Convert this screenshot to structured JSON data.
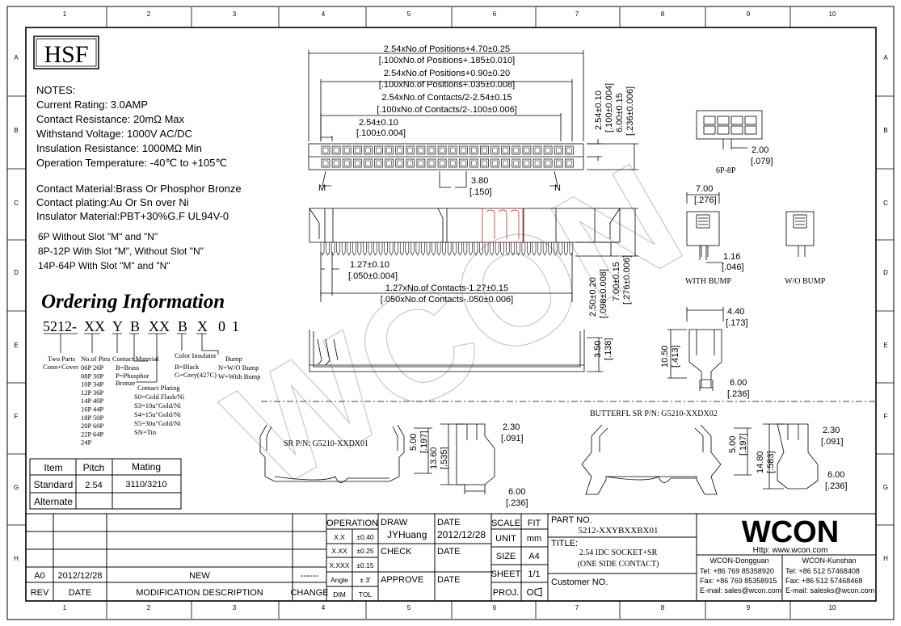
{
  "frame": {
    "cols": [
      "1",
      "2",
      "3",
      "4",
      "5",
      "6",
      "7",
      "8",
      "9",
      "10"
    ],
    "rows": [
      "A",
      "B",
      "C",
      "D",
      "E",
      "F",
      "G",
      "H"
    ]
  },
  "logo": "HSF",
  "notes": {
    "heading": "NOTES:",
    "lines": [
      "Current Rating: 3.0AMP",
      "Contact Resistance: 20mΩ Max",
      "Withstand Voltage: 1000V AC/DC",
      "Insulation Resistance: 1000MΩ Min",
      "Operation Temperature: -40℃ to +105℃"
    ],
    "materials": [
      "Contact Material:Brass Or Phosphor Bronze",
      "Contact plating:Au Or Sn over Ni",
      "Insulator Material:PBT+30%G.F UL94V-0"
    ],
    "slots": [
      "6P Without Slot \"M\" and \"N\"",
      "8P-12P With Slot \"M\", Without Slot \"N\"",
      "14P-64P With Slot \"M\" and \"N\""
    ]
  },
  "ordering": {
    "title": "Ordering Information",
    "code": [
      "5212-",
      "XX",
      "Y",
      "B",
      "XX",
      "B",
      "X",
      "0",
      "1"
    ],
    "two_parts": [
      "Two Parts",
      "Conn+Cover"
    ],
    "pins_title": "No.of Pins",
    "pins": [
      "06P 26P",
      "08P 30P",
      "10P 34P",
      "12P 36P",
      "14P 40P",
      "16P 44P",
      "18P 50P",
      "20P 60P",
      "22P 64P",
      "24P"
    ],
    "material_title": "Contact Material",
    "materials": [
      "B=Brass",
      "P=Phosphor",
      "Bronze"
    ],
    "plating_title": "Contact Plating",
    "plating": [
      "S0=Gold Flash/Ni",
      "S3=10u\"Gold/Ni",
      "S4=15u\"Gold/Ni",
      "S5=30u\"Gold/Ni",
      "SN=Tin"
    ],
    "color_title": "Color Insulator",
    "colors": [
      "B=Black",
      "G=Grey(427C)"
    ],
    "bump_title": "Bump",
    "bumps": [
      "N=W/O Bump",
      "W=With Bump"
    ]
  },
  "pitch_table": {
    "headers": [
      "Item",
      "Pitch",
      "Mating"
    ],
    "rows": [
      [
        "Standard",
        "2.54",
        "3110/3210"
      ],
      [
        "Alternate",
        "",
        ""
      ]
    ]
  },
  "dims": {
    "d1a": "2.54xNo.of  Positions+4.70±0.25",
    "d1b": "[.100xNo.of  Positions+.185±0.010]",
    "d2a": "2.54xNo.of  Positions+0.90±0.20",
    "d2b": "[.100xNo.of  Positions+.035±0.008]",
    "d3a": "2.54xNo.of  Contacts/2-2.54±0.15",
    "d3b": "[.100xNo.of  Contacts/2-.100±0.006]",
    "d4a": "2.54±0.10",
    "d4b": "[.100±0.004]",
    "v1a": "2.54±0.10",
    "v1b": "[.100±0.004]",
    "v2a": "6.00±0.15",
    "v2b": "[.236±0.006]",
    "m": "M",
    "n": "N",
    "d5a": "3.80",
    "d5b": "[.150]",
    "d6a": "1.27±0.10",
    "d6b": "[.050±0.004]",
    "d7a": "1.27xNo.of  Contacts-1.27±0.15",
    "d7b": "[.050xNo.of  Contacts-.050±0.006]",
    "v3a": "2.50±0.20",
    "v3b": "[.098±0.008]",
    "v4a": "7.00±0.15",
    "v4b": "[.276±0.006]",
    "v5a": "3.50",
    "v5b": "[.138]",
    "p6a": "2.00",
    "p6b": "[.079]",
    "p6label": "6P-8P",
    "s1a": "7.00",
    "s1b": "[.276]",
    "s2a": "1.16",
    "s2b": "[.046]",
    "with_bump": "WITH BUMP",
    "wo_bump": "W/O BUMP",
    "e1a": "4.40",
    "e1b": "[.173]",
    "e2a": "10.50",
    "e2b": "[.413]",
    "e3a": "6.00",
    "e3b": "[.236]",
    "sr_label": "SR P/N: G5210-XXDX01",
    "bf_label": "BUTTERFL SR P/N: G5210-XXDX02",
    "sr1a": "5.00",
    "sr1b": "[.197]",
    "sr2a": "13.60",
    "sr2b": "[.535]",
    "sr3a": "2.30",
    "sr3b": "[.091]",
    "sr4a": "6.00",
    "sr4b": "[.236]",
    "bf1a": "5.00",
    "bf1b": "[.197]",
    "bf2a": "14.80",
    "bf2b": "[.583]",
    "bf3a": "2.30",
    "bf3b": "[.091]",
    "bf4a": "6.00",
    "bf4b": "[.236]"
  },
  "title_block": {
    "rev_rows": [
      [
        "A0",
        "2012/12/28",
        "NEW",
        "------"
      ]
    ],
    "rev_headers": [
      "REV",
      "DATE",
      "MODIFICATION  DESCRIPTION",
      "CHANGE"
    ],
    "operation": "OPERATION",
    "tol": [
      [
        "X.X",
        "±0.40"
      ],
      [
        "X.XX",
        "±0.25"
      ],
      [
        "X.XXX",
        "±0.15"
      ],
      [
        "Angle",
        "± 3'"
      ],
      [
        "DIM",
        "TOL"
      ]
    ],
    "draw_label": "DRAW",
    "draw_name": "JYHuang",
    "check_label": "CHECK",
    "approve_label": "APPROVE",
    "date_label": "DATE",
    "draw_date": "2012/12/28",
    "scale_label": "SCALE",
    "scale_val": "FIT",
    "unit_label": "UNIT",
    "unit_val": "mm",
    "size_label": "SIZE",
    "size_val": "A4",
    "sheet_label": "SHEET",
    "sheet_val": "1/1",
    "proj_label": "PROJ.",
    "part_no_label": "PART NO.",
    "part_no": "5212-XXYBXXBX01",
    "title_label": "TITLE:",
    "title1": "2.54 IDC SOCKET+SR",
    "title2": "(ONE SIDE CONTACT)",
    "customer": "Customer NO.",
    "brand": "WCON",
    "http": "Http: www.wcon.com",
    "dg_title": "WCON-Dongguan",
    "dg_tel": "Tel: +86 769 85358920",
    "dg_fax": "Fax: +86 769 85358915",
    "dg_mail": "E-mail: sales@wcon.com",
    "ks_title": "WCON-Kunshan",
    "ks_tel": "Tel: +86 512 57468408",
    "ks_fax": "Fax: +86 512 57468468",
    "ks_mail": "E-mail: salesks@wcon.com",
    "watermark": "WCON"
  }
}
